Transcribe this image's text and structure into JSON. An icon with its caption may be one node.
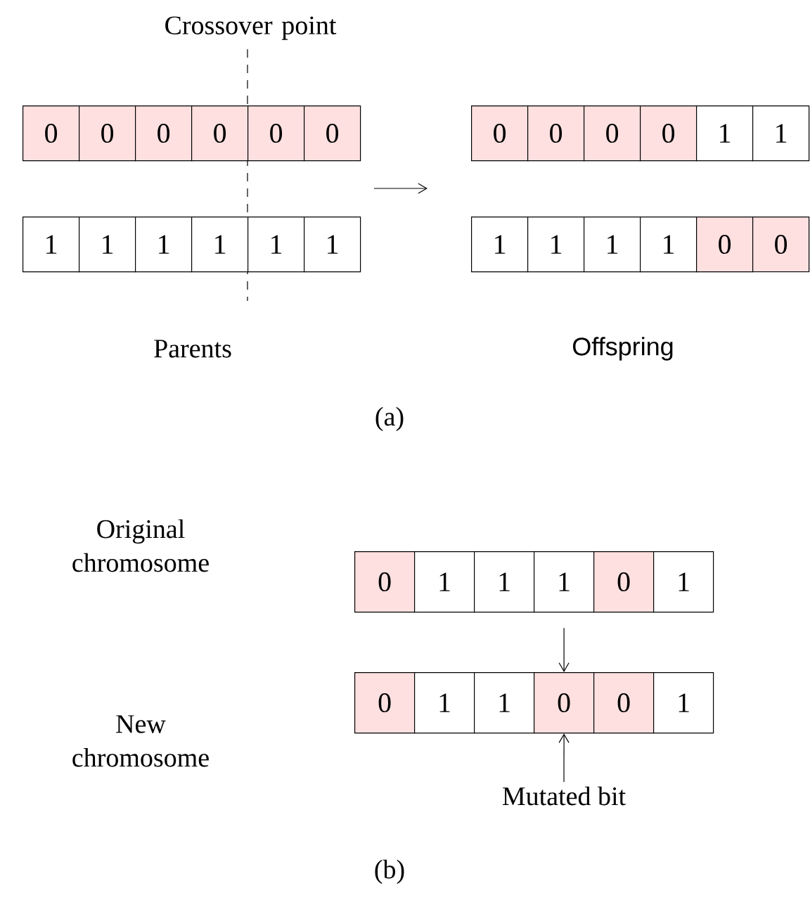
{
  "diagram": {
    "nodes": [
      {
        "text": [
          "0"
        ]
      },
      {
        "text": [
          "0"
        ]
      },
      {
        "text": [
          "0"
        ]
      },
      {
        "text": [
          "0"
        ]
      },
      {
        "text": [
          "0"
        ]
      },
      {
        "text": [
          "0"
        ]
      },
      {
        "text": [
          "1"
        ]
      },
      {
        "text": [
          "1"
        ]
      },
      {
        "text": [
          "1"
        ]
      },
      {
        "text": [
          "1"
        ]
      },
      {
        "text": [
          "1"
        ]
      },
      {
        "text": [
          "1"
        ]
      },
      {
        "text": [
          "0"
        ]
      },
      {
        "text": [
          "0"
        ]
      },
      {
        "text": [
          "0"
        ]
      },
      {
        "text": [
          "0"
        ]
      },
      {
        "text": [
          "1"
        ]
      },
      {
        "text": [
          "1"
        ]
      },
      {
        "text": [
          "1"
        ]
      },
      {
        "text": [
          "1"
        ]
      },
      {
        "text": [
          "1"
        ]
      },
      {
        "text": [
          "1"
        ]
      },
      {
        "text": [
          "0"
        ]
      },
      {
        "text": [
          "0"
        ]
      },
      {
        "text": [
          "0"
        ]
      },
      {
        "text": [
          "1"
        ]
      },
      {
        "text": [
          "1"
        ]
      },
      {
        "text": [
          "1"
        ]
      },
      {
        "text": [
          "0"
        ]
      },
      {
        "text": [
          "1"
        ]
      },
      {
        "text": [
          "0"
        ]
      },
      {
        "text": [
          "1"
        ]
      },
      {
        "text": [
          "1"
        ]
      },
      {
        "text": [
          "0"
        ]
      },
      {
        "text": [
          "0"
        ]
      },
      {
        "text": [
          "1"
        ]
      },
      {
        "text": [
          "Mutated bit"
        ]
      }
    ],
    "edges": [
      {
        "from": 27,
        "to": 33,
        "arrow": "to"
      },
      {
        "from": 36,
        "to": 33,
        "arrow": "to"
      }
    ],
    "labels": [
      "Crossover point",
      "Parents",
      "Offspring",
      "(a)",
      "Original chromosome",
      "New chromosome",
      "(b)"
    ]
  }
}
